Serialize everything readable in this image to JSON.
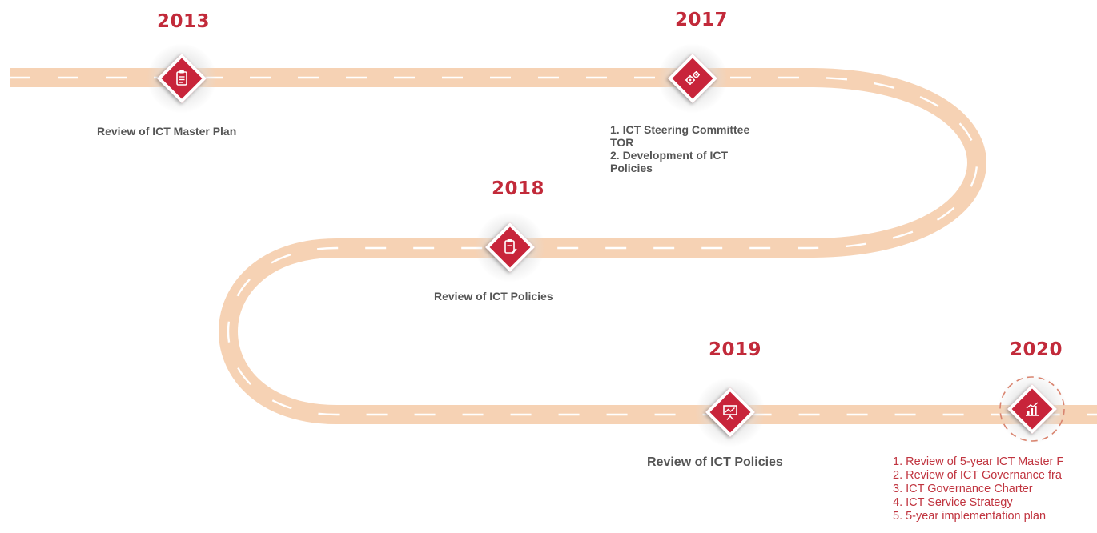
{
  "milestones": [
    {
      "year": "2013",
      "icon": "clipboard-icon",
      "items": [
        "Review of ICT Master Plan"
      ]
    },
    {
      "year": "2017",
      "icon": "gears-icon",
      "items": [
        "1. ICT Steering Committee",
        "TOR",
        "2. Development of ICT",
        "Policies"
      ]
    },
    {
      "year": "2018",
      "icon": "clipboard-edit-icon",
      "items": [
        "Review of ICT Policies"
      ]
    },
    {
      "year": "2019",
      "icon": "presentation-chart-icon",
      "items": [
        "Review of ICT Policies"
      ]
    },
    {
      "year": "2020",
      "icon": "growth-chart-icon",
      "items": [
        "1. Review of 5-year ICT Master F",
        "2. Review of ICT Governance fra",
        "3. ICT Governance Charter",
        "4. ICT Service Strategy",
        "5. 5-year implementation  plan"
      ]
    }
  ],
  "colors": {
    "road": "#f6d2b4",
    "road_dash": "#ffffff",
    "accent": "#c8243a",
    "year_text": "#c22a3a",
    "label_text": "#555555",
    "list_2020_text": "#c0343f"
  }
}
